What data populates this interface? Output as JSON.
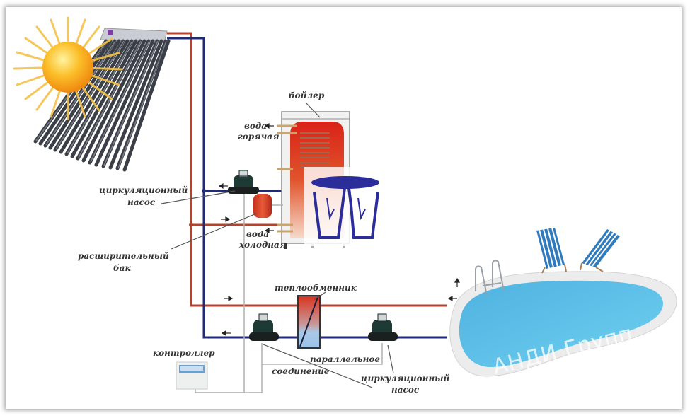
{
  "diagram": {
    "title": "Solar pool and boiler heating scheme",
    "labels": {
      "boiler": "бойлер",
      "hot_water_1": "вода",
      "hot_water_2": "горячая",
      "cold_water_1": "вода",
      "cold_water_2": "холодная",
      "circ_pump_top_1": "циркуляционный",
      "circ_pump_top_2": "насос",
      "expansion_tank_1": "расширительный",
      "expansion_tank_2": "бак",
      "heat_exchanger": "теплообменник",
      "controller": "контроллер",
      "parallel_1": "параллельное",
      "parallel_2": "соединение",
      "circ_pump_bottom_1": "циркуляционный",
      "circ_pump_bottom_2": "насос"
    },
    "watermark": "АНДИ Групп",
    "colors": {
      "hot_pipe": "#b5422c",
      "cold_pipe": "#1f2a7a",
      "signal_wire": "#b0b0b0",
      "pool_water": "#5bbde6",
      "boiler_tank": "#d9291c",
      "sun": "#f7a51c",
      "logo": "#2a2d9a"
    },
    "components": [
      "solar-collector",
      "sun",
      "boiler",
      "circulation-pump",
      "expansion-tank",
      "heat-exchanger",
      "controller",
      "pool",
      "deck-chairs",
      "logo"
    ]
  }
}
